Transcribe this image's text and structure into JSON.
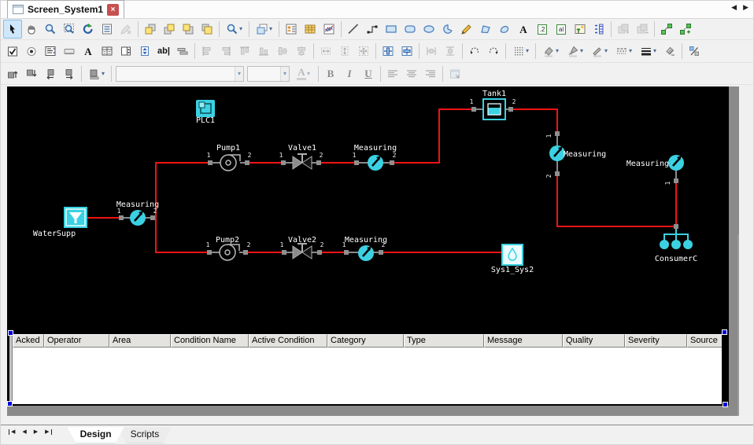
{
  "window": {
    "doc_tab": {
      "title": "Screen_System1",
      "close_glyph": "×"
    },
    "tab_nav": {
      "prev": "◀",
      "next": "▶"
    }
  },
  "toolbar": {
    "glyphs": {
      "text_tool": "A",
      "numeric_field": ".2",
      "alpha_field": "al",
      "label_tool": "A",
      "textbox": "ab|",
      "bold": "B",
      "italic": "I",
      "underline": "U",
      "font_color_letter": "A",
      "dropdown": "▾"
    }
  },
  "canvas": {
    "components": {
      "plc": {
        "label": "PLC1"
      },
      "water_supply": {
        "label": "WaterSupp"
      },
      "measuring_left": {
        "label": "Measuring"
      },
      "pump1": {
        "label": "Pump1"
      },
      "valve1": {
        "label": "Valve1"
      },
      "measuring_top": {
        "label": "Measuring"
      },
      "tank1": {
        "label": "Tank1"
      },
      "measuring_right1": {
        "label": "Measuring"
      },
      "measuring_right2": {
        "label": "Measuring"
      },
      "consumer": {
        "label": "ConsumerC"
      },
      "pump2": {
        "label": "Pump2"
      },
      "valve2": {
        "label": "Valve2"
      },
      "measuring_bottom": {
        "label": "Measuring"
      },
      "system2": {
        "label": "Sys1_Sys2"
      }
    },
    "port_labels": {
      "p1": "1",
      "p2": "2"
    },
    "colors": {
      "pipe_red": "#f21313",
      "component_cyan": "#3bd1e2",
      "port_gray": "#8f8f8f",
      "screen_black": "#000000",
      "selection_blue": "#0000e0"
    }
  },
  "alarm_grid": {
    "columns": [
      "Acked",
      "Operator",
      "Area",
      "Condition Name",
      "Active Condition",
      "Category",
      "Type",
      "Message",
      "Quality",
      "Severity",
      "Source"
    ]
  },
  "bottom_bar": {
    "nav": {
      "first": "◀",
      "prev": "◀",
      "next": "▶",
      "last": "▶"
    },
    "tabs": [
      {
        "label": "Design"
      },
      {
        "label": "Scripts"
      }
    ]
  }
}
